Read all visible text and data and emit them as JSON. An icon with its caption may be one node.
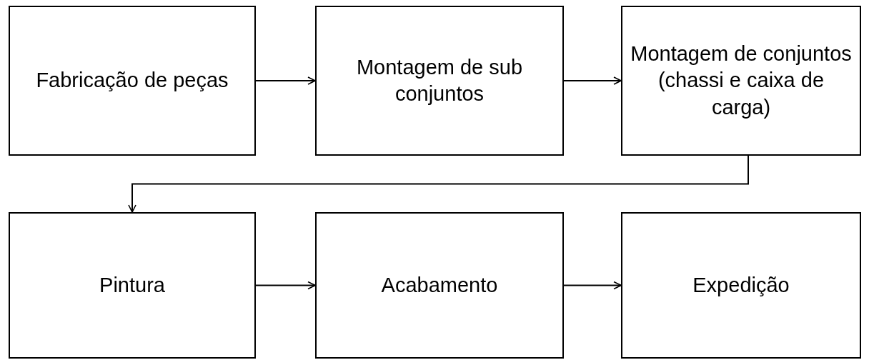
{
  "diagram": {
    "nodes": [
      {
        "text": [
          "Fabricação de peças"
        ]
      },
      {
        "text": [
          "Montagem de sub conjuntos"
        ]
      },
      {
        "text": [
          "Montagem de conjuntos (chassi e caixa de carga)"
        ]
      },
      {
        "text": [
          "Pintura"
        ]
      },
      {
        "text": [
          "Acabamento"
        ]
      },
      {
        "text": [
          "Expedição"
        ]
      }
    ],
    "edges": [
      {
        "from": 0,
        "to": 1,
        "arrow": "to"
      },
      {
        "from": 1,
        "to": 2,
        "arrow": "to"
      },
      {
        "from": 2,
        "to": 3,
        "arrow": "to"
      },
      {
        "from": 3,
        "to": 4,
        "arrow": "to"
      },
      {
        "from": 4,
        "to": 5,
        "arrow": "to"
      }
    ]
  }
}
